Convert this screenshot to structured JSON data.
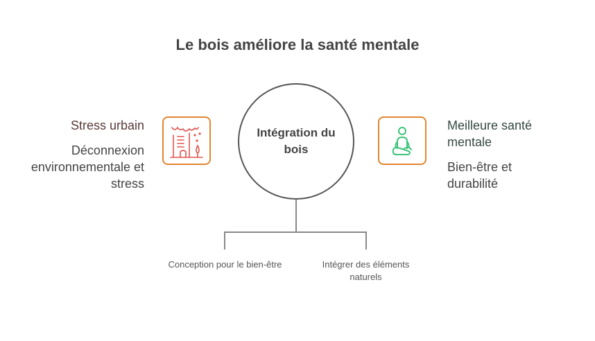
{
  "title": "Le bois améliore la santé mentale",
  "left": {
    "label": "Stress urbain",
    "detail": "Déconnexion environnementale et stress",
    "icon": "urban-stress-icon",
    "color": "#5a3a3a"
  },
  "center": {
    "label": "Intégration du bois"
  },
  "right": {
    "label": "Meilleure santé mentale",
    "detail": "Bien-être et durabilité",
    "icon": "meditation-icon",
    "color": "#34483f"
  },
  "branches": [
    {
      "label": "Conception pour le bien-être"
    },
    {
      "label": "Intégrer des éléments naturels"
    }
  ],
  "colors": {
    "accent": "#e0852f",
    "red": "#e0534f",
    "green": "#3cc47a"
  }
}
